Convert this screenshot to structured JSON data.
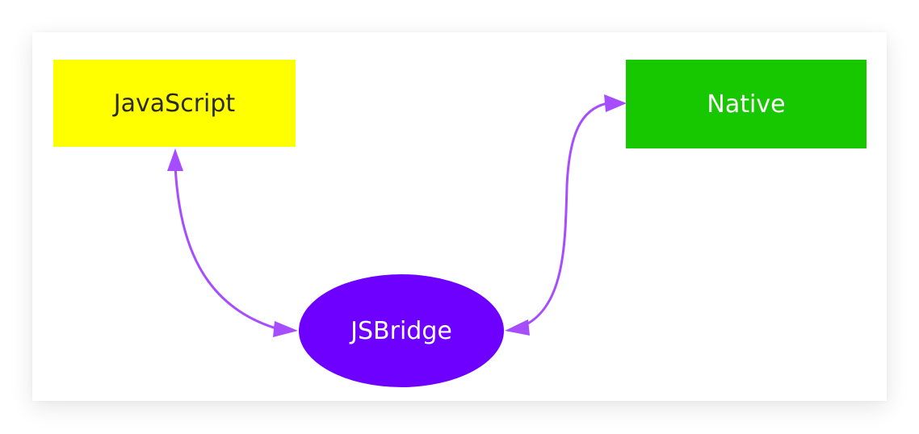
{
  "diagram": {
    "nodes": {
      "javascript": {
        "label": "JavaScript",
        "fill": "#ffff00",
        "text_color": "#2a2a2a"
      },
      "native": {
        "label": "Native",
        "fill": "#17c700",
        "text_color": "#ffffff"
      },
      "jsbridge": {
        "label": "JSBridge",
        "fill": "#6e00ff",
        "text_color": "#ffffff"
      }
    },
    "edges": [
      {
        "from": "javascript",
        "to": "jsbridge",
        "direction": "bidirectional",
        "color": "#a64dff"
      },
      {
        "from": "jsbridge",
        "to": "native",
        "direction": "bidirectional",
        "color": "#a64dff"
      }
    ]
  }
}
